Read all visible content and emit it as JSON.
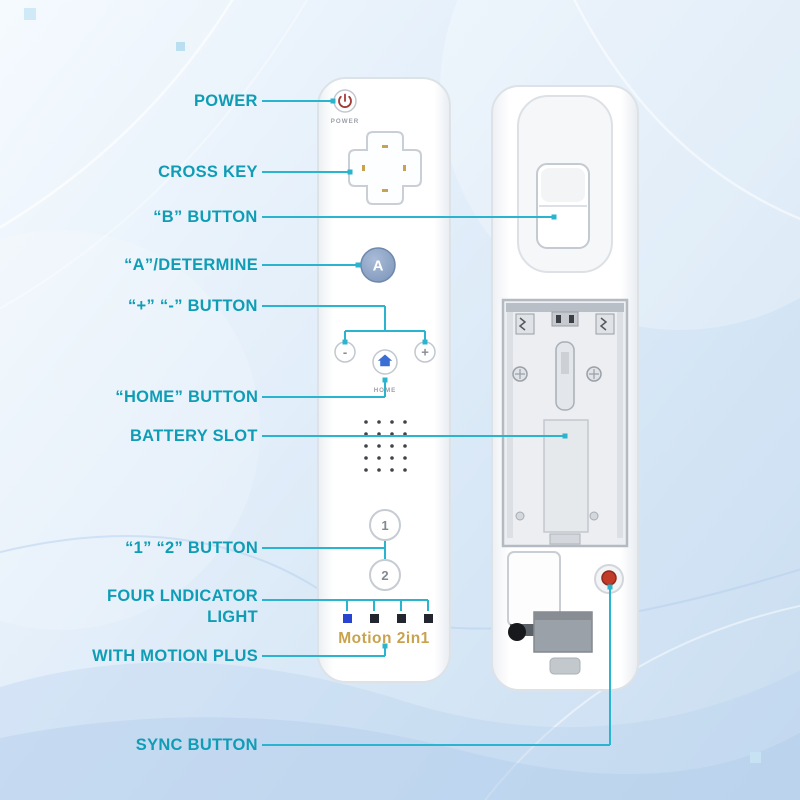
{
  "product": {
    "name": "Motion 2in1"
  },
  "labels": [
    {
      "id": "power",
      "text": "POWER"
    },
    {
      "id": "cross-key",
      "text": "CROSS KEY"
    },
    {
      "id": "b-button",
      "text": "“B” BUTTON"
    },
    {
      "id": "a-determine",
      "text": "“A”/DETERMINE"
    },
    {
      "id": "plus-minus",
      "text": "“+” “-” BUTTON"
    },
    {
      "id": "home-button",
      "text": "“HOME” BUTTON"
    },
    {
      "id": "battery-slot",
      "text": "BATTERY SLOT"
    },
    {
      "id": "one-two",
      "text": "“1” “2” BUTTON"
    },
    {
      "id": "indicator",
      "text": "FOUR LNDICATOR LIGHT"
    },
    {
      "id": "motion-plus",
      "text": "WITH MOTION PLUS"
    },
    {
      "id": "sync",
      "text": "SYNC BUTTON"
    }
  ],
  "front": {
    "power_caption": "POWER",
    "a_label": "A",
    "minus_label": "-",
    "plus_label": "+",
    "home_caption": "HOME",
    "one_label": "1",
    "two_label": "2",
    "brand": "Motion 2in1"
  },
  "colors": {
    "label_teal": "#0f9db6",
    "line_cyan": "#2bb4d0",
    "brand_gold": "#c9a24e",
    "a_button_blue": "#8ba3c7",
    "home_icon_blue": "#3a6ed3",
    "led_blue": "#2745d0",
    "sync_red": "#c23a28"
  }
}
